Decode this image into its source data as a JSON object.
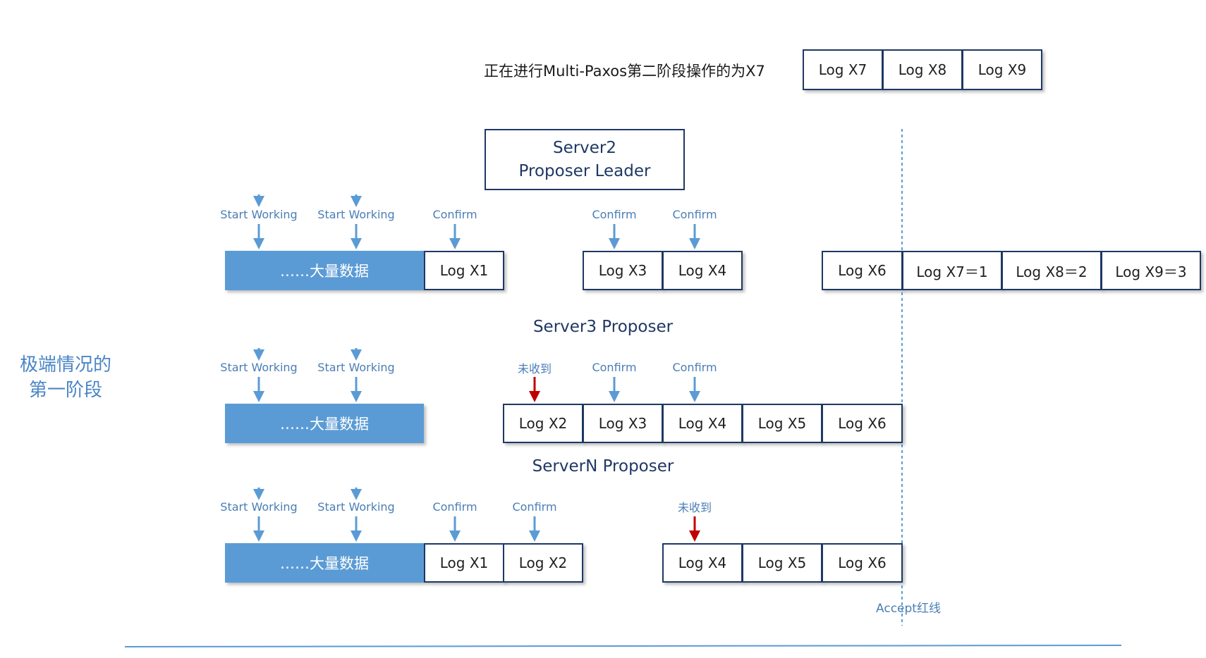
{
  "headline": "正在进行Multi-Paxos第二阶段操作的为X7",
  "top_logs": [
    "Log X7",
    "Log X8",
    "Log X9"
  ],
  "leader": {
    "line1": "Server2",
    "line2": "Proposer Leader"
  },
  "side_label": {
    "line1": "极端情况的",
    "line2": "第一阶段"
  },
  "bulk_data_label": "……大量数据",
  "accept_line_label": "Accept红线",
  "colors": {
    "box_border": "#1f3864",
    "data_bar": "#5b9bd5",
    "blue_arrow": "#5b9bd5",
    "red_arrow": "#c00000",
    "label": "#4a7eb5"
  },
  "rows": [
    {
      "title": "",
      "sw_labels": [
        "Start Working",
        "Start Working"
      ],
      "logs": [
        "Log X1",
        "Log X3",
        "Log X4",
        "Log X6",
        "Log X7＝1",
        "Log X8＝2",
        "Log X9＝3"
      ],
      "markers": [
        {
          "text": "Confirm",
          "type": "confirm"
        },
        {
          "text": "Confirm",
          "type": "confirm"
        },
        {
          "text": "Confirm",
          "type": "confirm"
        }
      ]
    },
    {
      "title": "Server3 Proposer",
      "sw_labels": [
        "Start Working",
        "Start Working"
      ],
      "logs": [
        "Log X2",
        "Log X3",
        "Log X4",
        "Log X5",
        "Log X6"
      ],
      "markers": [
        {
          "text": "未收到",
          "type": "missed"
        },
        {
          "text": "Confirm",
          "type": "confirm"
        },
        {
          "text": "Confirm",
          "type": "confirm"
        }
      ]
    },
    {
      "title": "ServerN Proposer",
      "sw_labels": [
        "Start Working",
        "Start Working"
      ],
      "logs": [
        "Log X1",
        "Log X2",
        "Log X4",
        "Log X5",
        "Log X6"
      ],
      "markers": [
        {
          "text": "Confirm",
          "type": "confirm"
        },
        {
          "text": "Confirm",
          "type": "confirm"
        },
        {
          "text": "未收到",
          "type": "missed"
        }
      ]
    }
  ]
}
